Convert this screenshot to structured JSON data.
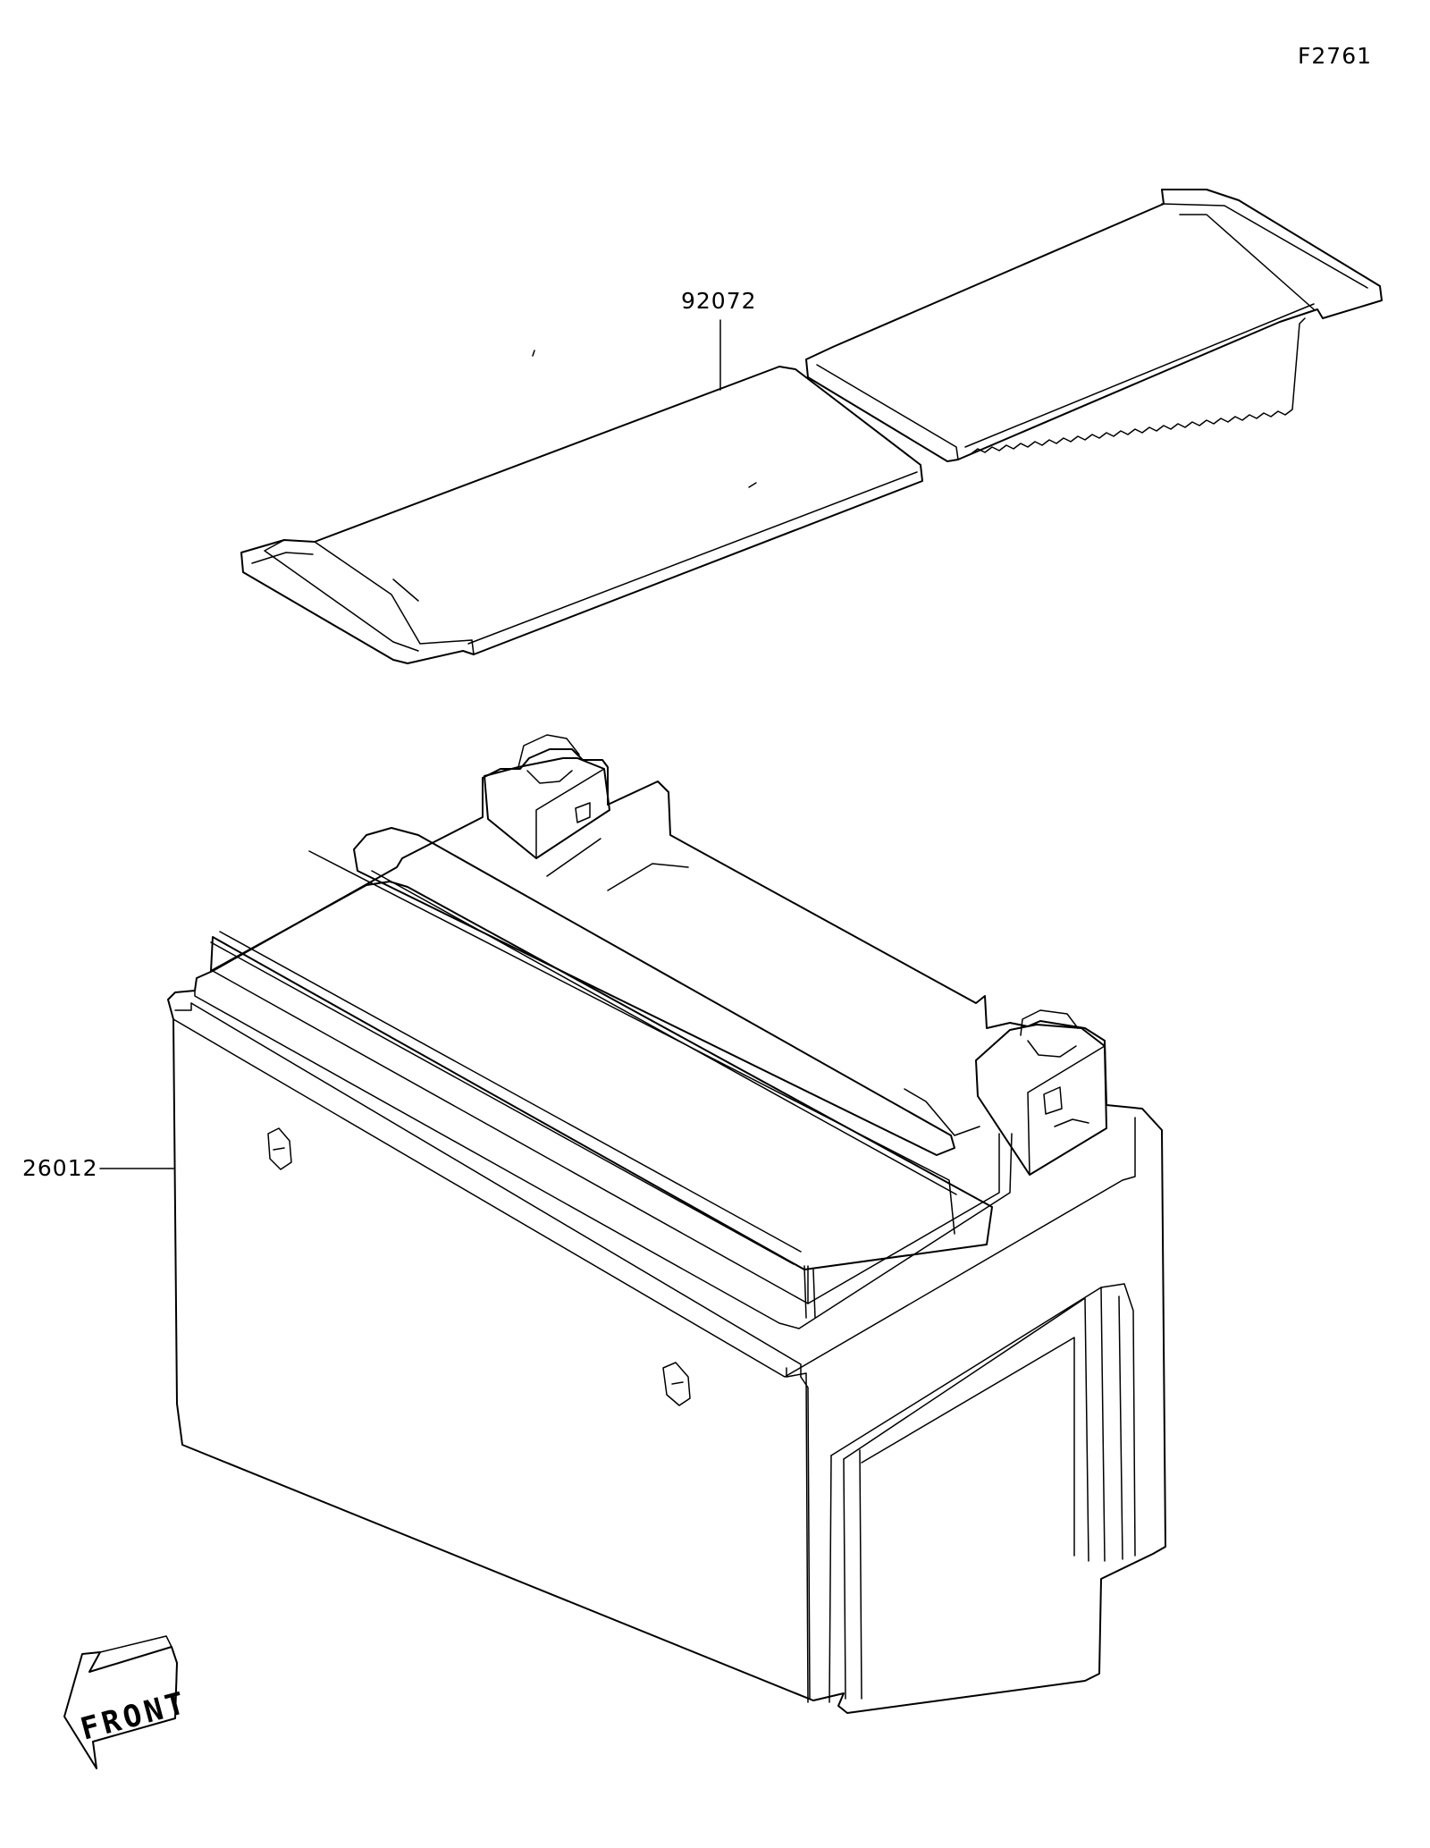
{
  "figure": {
    "code": "F2761"
  },
  "parts": [
    {
      "number": "92072"
    },
    {
      "number": "26012"
    }
  ],
  "indicator": {
    "front_label": "FRONT",
    "icon": "front-arrow-icon"
  }
}
